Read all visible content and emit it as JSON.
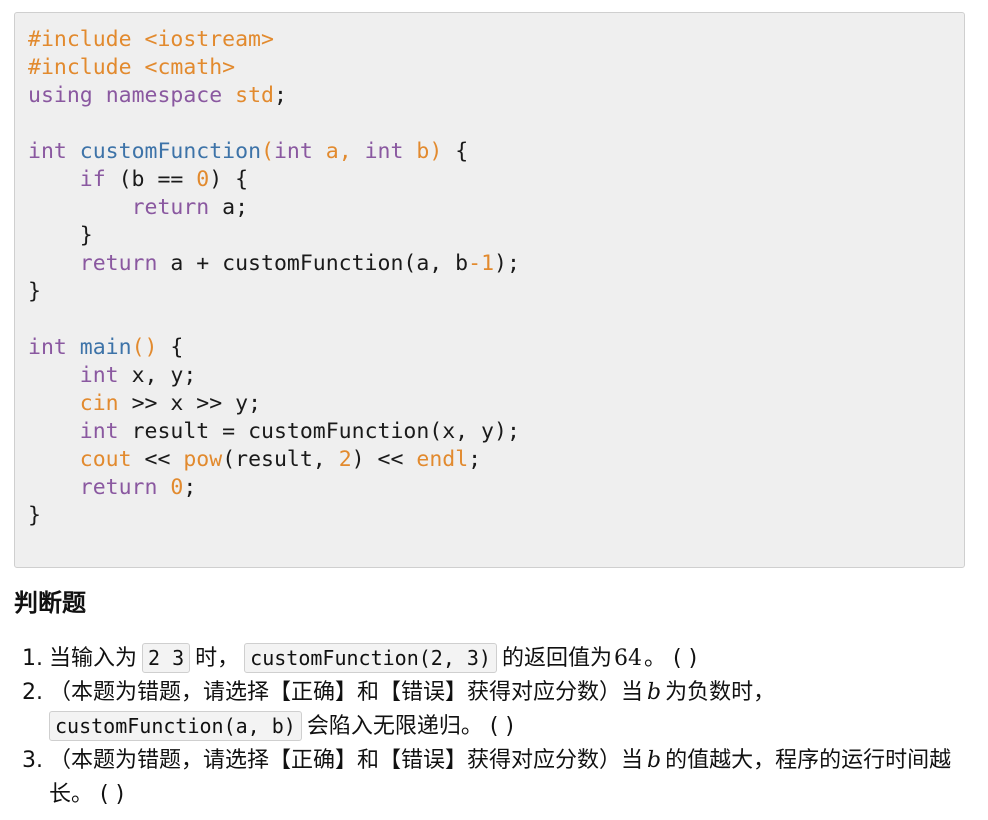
{
  "code": {
    "lines": [
      [
        {
          "t": "#include <iostream>",
          "c": "orange"
        }
      ],
      [
        {
          "t": "#include <cmath>",
          "c": "orange"
        }
      ],
      [
        {
          "t": "using",
          "c": "purple"
        },
        {
          "t": " ",
          "c": "plain"
        },
        {
          "t": "namespace",
          "c": "purple"
        },
        {
          "t": " ",
          "c": "plain"
        },
        {
          "t": "std",
          "c": "orange"
        },
        {
          "t": ";",
          "c": "plain"
        }
      ],
      [],
      [
        {
          "t": "int",
          "c": "purple"
        },
        {
          "t": " ",
          "c": "plain"
        },
        {
          "t": "customFunction",
          "c": "blue"
        },
        {
          "t": "(",
          "c": "orange"
        },
        {
          "t": "int",
          "c": "purple"
        },
        {
          "t": " a, ",
          "c": "orange"
        },
        {
          "t": "int",
          "c": "purple"
        },
        {
          "t": " b)",
          "c": "orange"
        },
        {
          "t": " {",
          "c": "plain"
        }
      ],
      [
        {
          "t": "    ",
          "c": "plain"
        },
        {
          "t": "if",
          "c": "purple"
        },
        {
          "t": " (b == ",
          "c": "plain"
        },
        {
          "t": "0",
          "c": "orange"
        },
        {
          "t": ") {",
          "c": "plain"
        }
      ],
      [
        {
          "t": "        ",
          "c": "plain"
        },
        {
          "t": "return",
          "c": "purple"
        },
        {
          "t": " a;",
          "c": "plain"
        }
      ],
      [
        {
          "t": "    }",
          "c": "plain"
        }
      ],
      [
        {
          "t": "    ",
          "c": "plain"
        },
        {
          "t": "return",
          "c": "purple"
        },
        {
          "t": " a + customFunction(a, b",
          "c": "plain"
        },
        {
          "t": "-1",
          "c": "orange"
        },
        {
          "t": ");",
          "c": "plain"
        }
      ],
      [
        {
          "t": "}",
          "c": "plain"
        }
      ],
      [],
      [
        {
          "t": "int",
          "c": "purple"
        },
        {
          "t": " ",
          "c": "plain"
        },
        {
          "t": "main",
          "c": "blue"
        },
        {
          "t": "()",
          "c": "orange"
        },
        {
          "t": " {",
          "c": "plain"
        }
      ],
      [
        {
          "t": "    ",
          "c": "plain"
        },
        {
          "t": "int",
          "c": "purple"
        },
        {
          "t": " x, y;",
          "c": "plain"
        }
      ],
      [
        {
          "t": "    ",
          "c": "plain"
        },
        {
          "t": "cin",
          "c": "orange"
        },
        {
          "t": " >> x >> y;",
          "c": "plain"
        }
      ],
      [
        {
          "t": "    ",
          "c": "plain"
        },
        {
          "t": "int",
          "c": "purple"
        },
        {
          "t": " result = customFunction(x, y);",
          "c": "plain"
        }
      ],
      [
        {
          "t": "    ",
          "c": "plain"
        },
        {
          "t": "cout",
          "c": "orange"
        },
        {
          "t": " << ",
          "c": "plain"
        },
        {
          "t": "pow",
          "c": "orange"
        },
        {
          "t": "(result, ",
          "c": "plain"
        },
        {
          "t": "2",
          "c": "orange"
        },
        {
          "t": ") << ",
          "c": "plain"
        },
        {
          "t": "endl",
          "c": "orange"
        },
        {
          "t": ";",
          "c": "plain"
        }
      ],
      [
        {
          "t": "    ",
          "c": "plain"
        },
        {
          "t": "return",
          "c": "purple"
        },
        {
          "t": " ",
          "c": "plain"
        },
        {
          "t": "0",
          "c": "orange"
        },
        {
          "t": ";",
          "c": "plain"
        }
      ],
      [
        {
          "t": "}",
          "c": "plain"
        }
      ]
    ]
  },
  "section": {
    "title": "判断题"
  },
  "questions": [
    {
      "number": "1.",
      "text_a": "当输入为",
      "code_a": "2 3",
      "text_b": "时，",
      "code_b": "customFunction(2, 3)",
      "text_c": "的返回值为",
      "value": "64",
      "text_d": "。 ( )"
    },
    {
      "number": "2.",
      "text_a": "（本题为错题，请选择【正确】和【错误】获得对应分数）当",
      "var": "b",
      "text_b": "为负数时，",
      "code": "customFunction(a, b)",
      "text_c": "会陷入无限递归。 ( )"
    },
    {
      "number": "3.",
      "text_a": "（本题为错题，请选择【正确】和【错误】获得对应分数）当",
      "var": "b",
      "text_b": "的值越大，程序的运行时间越长。 ( )"
    }
  ],
  "colors": {
    "keyword": "#8a58a0",
    "literal": "#e28a2e",
    "function": "#3d73a8",
    "plain": "#1a1a1a",
    "code_background": "#efefef",
    "code_border": "#cfcfcf"
  }
}
